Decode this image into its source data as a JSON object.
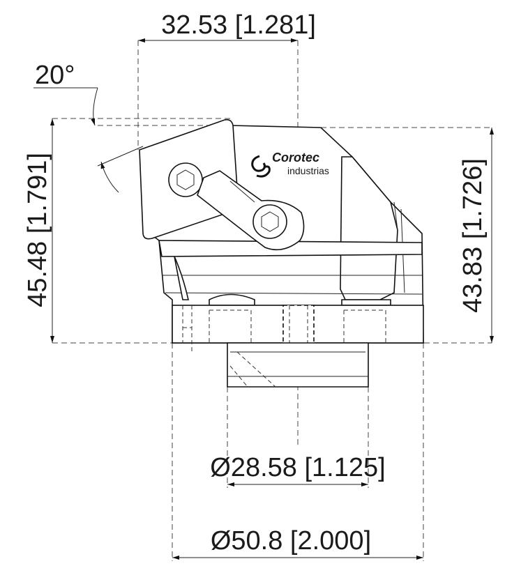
{
  "dimensions": {
    "top_width": "32.53 [1.281]",
    "angle": "20°",
    "left_height": "45.48 [1.791]",
    "right_height": "43.83 [1.726]",
    "inner_diameter": "Ø28.58 [1.125]",
    "outer_diameter": "Ø50.8 [2.000]"
  },
  "logo": {
    "name": "Corotec",
    "subtitle": "industrias",
    "icon": "swirl-logo-icon"
  },
  "colors": {
    "line": "#111111",
    "background": "#ffffff"
  }
}
